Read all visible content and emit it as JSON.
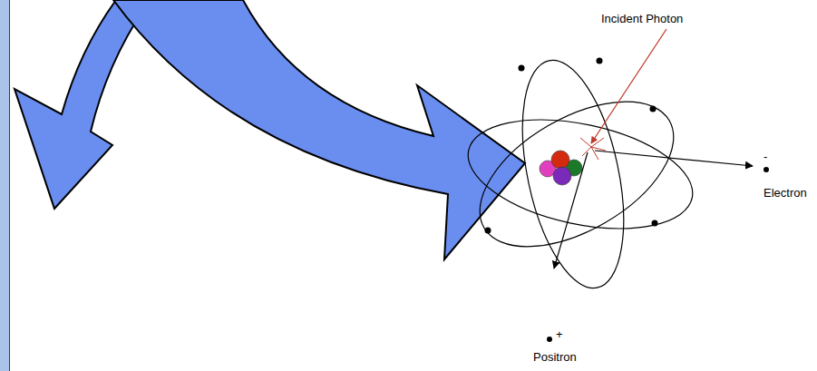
{
  "diagram": {
    "labels": [
      "Incident Photon",
      "-",
      "Electron",
      "+",
      "Positron"
    ]
  }
}
